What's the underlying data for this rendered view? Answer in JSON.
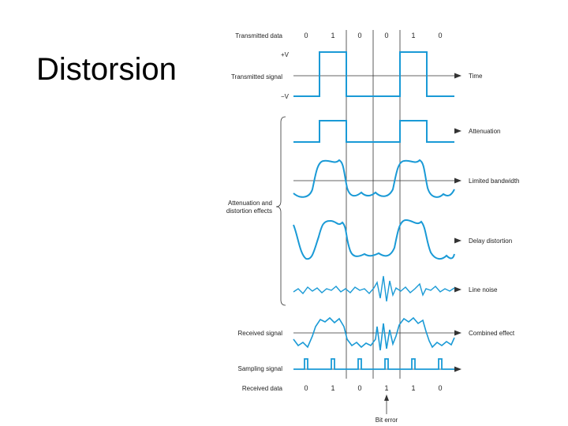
{
  "title": "Distorsion",
  "figure": {
    "bit_label_transmitted": "Transmitted data",
    "transmitted_bits": [
      "0",
      "1",
      "0",
      "0",
      "1",
      "0"
    ],
    "plus_v": "+V",
    "minus_v": "−V",
    "transmitted_signal": "Transmitted signal",
    "time": "Time",
    "attenuation": "Attenuation",
    "limited_bandwidth": "Limited bandwidth",
    "effects_label_line1": "Attenuation and",
    "effects_label_line2": "distortion effects",
    "delay_distortion": "Delay distortion",
    "line_noise": "Line noise",
    "received_signal": "Received signal",
    "combined_effect": "Combined effect",
    "sampling_signal": "Sampling signal",
    "bit_label_received": "Received data",
    "received_bits": [
      "0",
      "1",
      "0",
      "1",
      "1",
      "0"
    ],
    "bit_error": "Bit error",
    "colors": {
      "wave": "#1a9ad6",
      "ink": "#222222"
    }
  }
}
